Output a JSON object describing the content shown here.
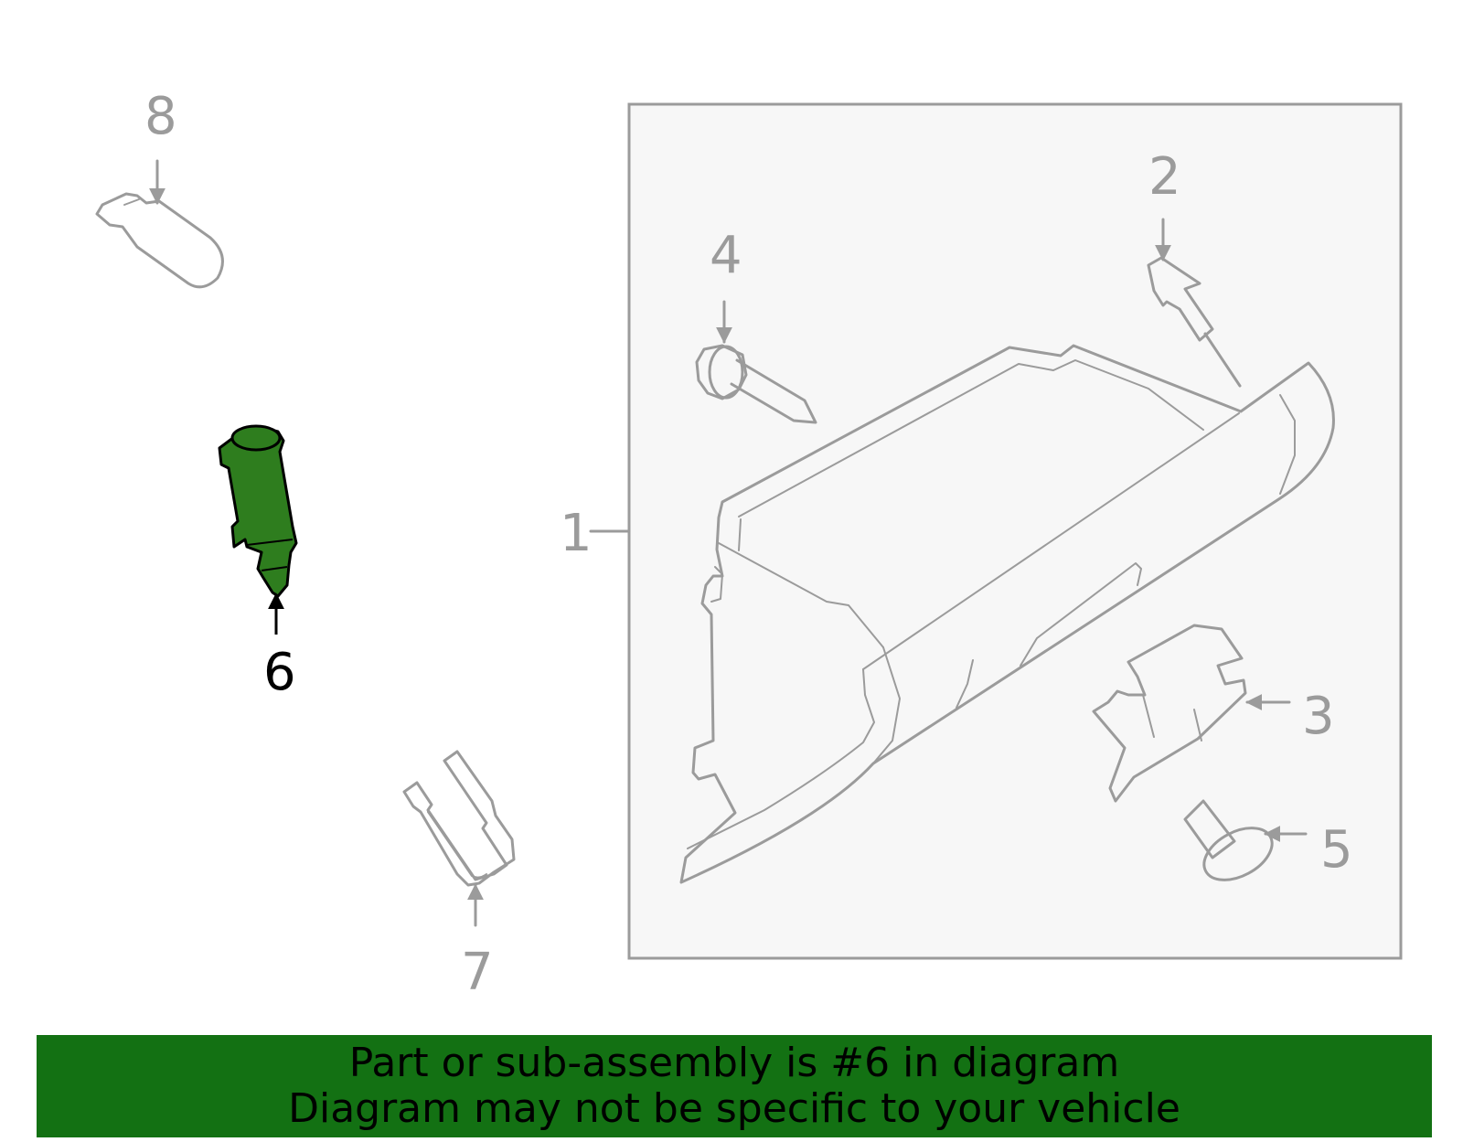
{
  "colors": {
    "highlight": "#2e7d1e",
    "banner_bg": "#137113",
    "outline": "#9b9b9b",
    "panel_bg": "#f7f7f7"
  },
  "callouts": {
    "c1": "1",
    "c2": "2",
    "c3": "3",
    "c4": "4",
    "c5": "5",
    "c6": "6",
    "c7": "7",
    "c8": "8"
  },
  "highlighted_part": "6",
  "banner": {
    "line1": "Part or sub-assembly is #6 in diagram",
    "line2": "Diagram may not be specific to your vehicle"
  }
}
